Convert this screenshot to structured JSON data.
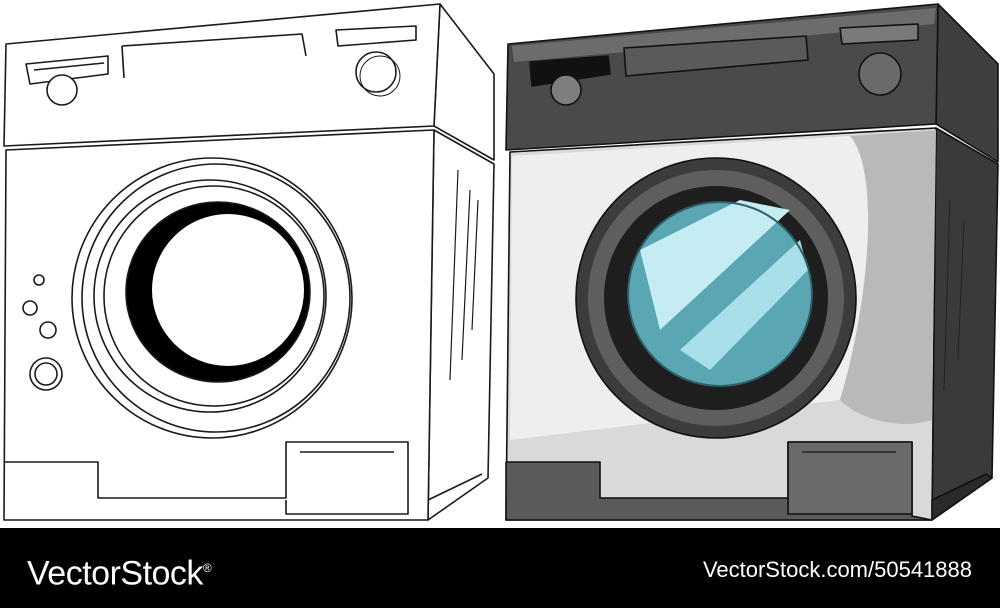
{
  "footer": {
    "logo_text": "VectorStock",
    "registered_mark": "®",
    "image_id": "VectorStock.com/50541888"
  },
  "illustration": {
    "left_machine": "outline-washing-machine",
    "right_machine": "colored-washing-machine"
  },
  "colors": {
    "footer_bg": "#000000",
    "body_gray": "#c9c9c9",
    "dark_gray": "#3a3a3a",
    "glass_blue": "#8fd3e0"
  }
}
